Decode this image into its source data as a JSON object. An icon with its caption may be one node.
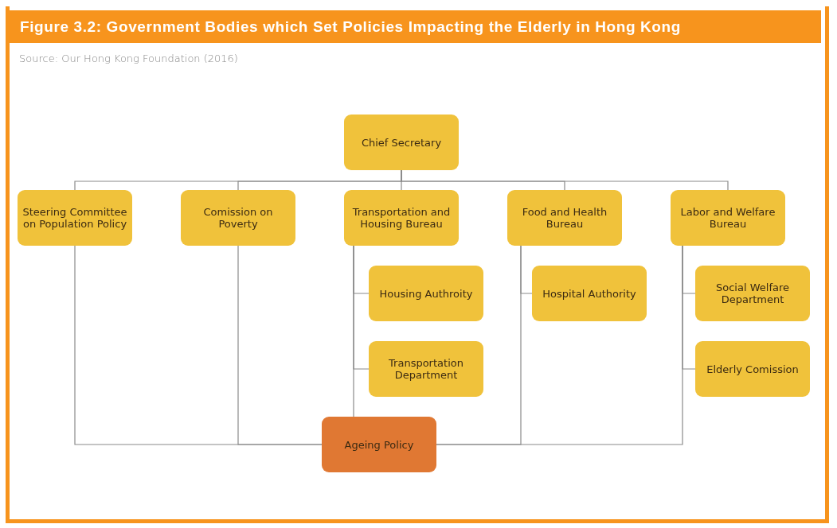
{
  "diagram": {
    "title": "Figure 3.2:  Government Bodies which Set Policies Impacting the Elderly in Hong Kong",
    "nodes": [
      {
        "text": [
          "Chief Secretary"
        ]
      },
      {
        "text": [
          "Steering Committee on Population Policy"
        ]
      },
      {
        "text": [
          "Comission on Poverty"
        ]
      },
      {
        "text": [
          "Transportation and Housing Bureau"
        ]
      },
      {
        "text": [
          "Food and Health Bureau"
        ]
      },
      {
        "text": [
          "Labor and Welfare Bureau"
        ]
      },
      {
        "text": [
          "Housing Authroity"
        ]
      },
      {
        "text": [
          "Transportation Department"
        ]
      },
      {
        "text": [
          "Hospital Authority"
        ]
      },
      {
        "text": [
          "Social Welfare Department"
        ]
      },
      {
        "text": [
          "Elderly Comission"
        ]
      },
      {
        "text": [
          "Ageing Policy"
        ]
      }
    ],
    "edges": [
      {
        "from": 0,
        "to": 1,
        "arrow": "none"
      },
      {
        "from": 0,
        "to": 2,
        "arrow": "none"
      },
      {
        "from": 0,
        "to": 3,
        "arrow": "none"
      },
      {
        "from": 0,
        "to": 4,
        "arrow": "none"
      },
      {
        "from": 0,
        "to": 5,
        "arrow": "none"
      },
      {
        "from": 3,
        "to": 6,
        "arrow": "none"
      },
      {
        "from": 3,
        "to": 7,
        "arrow": "none"
      },
      {
        "from": 4,
        "to": 8,
        "arrow": "none"
      },
      {
        "from": 5,
        "to": 9,
        "arrow": "none"
      },
      {
        "from": 5,
        "to": 10,
        "arrow": "none"
      },
      {
        "from": 1,
        "to": 11,
        "arrow": "none"
      },
      {
        "from": 2,
        "to": 11,
        "arrow": "none"
      },
      {
        "from": 3,
        "to": 11,
        "arrow": "none"
      },
      {
        "from": 4,
        "to": 11,
        "arrow": "none"
      },
      {
        "from": 5,
        "to": 11,
        "arrow": "none"
      }
    ],
    "labels": [
      "Source: Our Hong Kong Foundation (2016)"
    ]
  }
}
